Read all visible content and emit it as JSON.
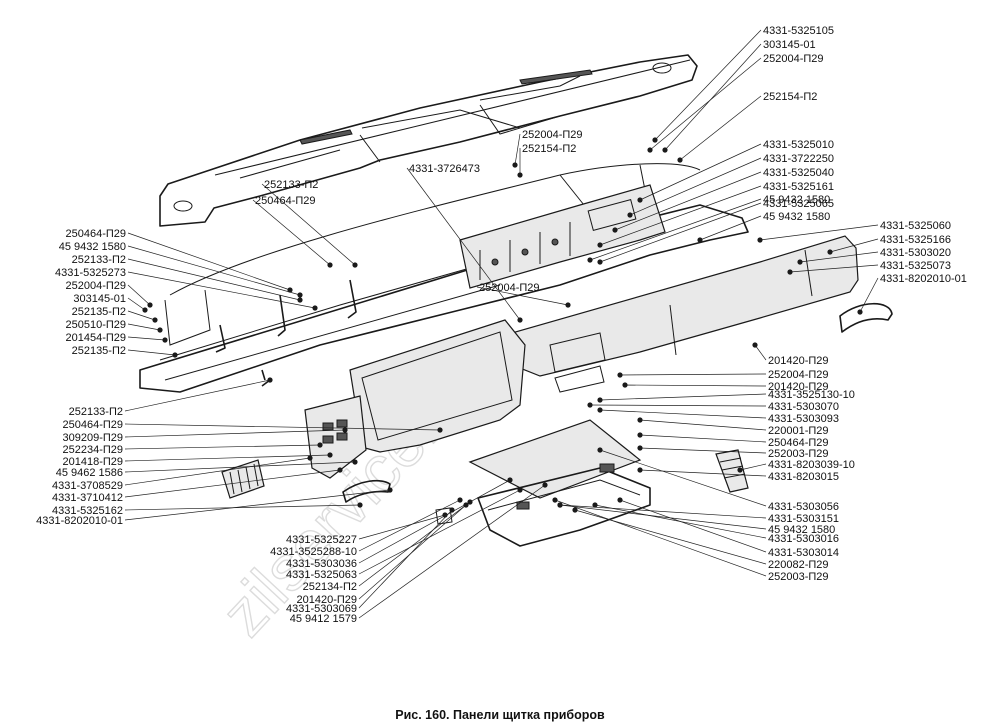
{
  "caption": "Рис. 160. Панели щитка приборов",
  "watermark": "zilservice.ru",
  "labels": [
    {
      "text": "4331-5325105"
    },
    {
      "text": "303145-01"
    },
    {
      "text": "252004-П29"
    },
    {
      "text": "252154-П2"
    },
    {
      "text": "252004-П29"
    },
    {
      "text": "252154-П2"
    },
    {
      "text": "4331-5325010"
    },
    {
      "text": "4331-3722250"
    },
    {
      "text": "4331-5325040"
    },
    {
      "text": "4331-5325161"
    },
    {
      "text": "4331-3726473"
    },
    {
      "text": "45 9432 1580"
    },
    {
      "text": "4331-5325065"
    },
    {
      "text": "45 9432 1580"
    },
    {
      "text": "252133-П2"
    },
    {
      "text": "250464-П29"
    },
    {
      "text": "4331-5325060"
    },
    {
      "text": "4331-5325166"
    },
    {
      "text": "4331-5303020"
    },
    {
      "text": "4331-5325073"
    },
    {
      "text": "4331-8202010-01"
    },
    {
      "text": "250464-П29"
    },
    {
      "text": "45 9432 1580"
    },
    {
      "text": "252133-П2"
    },
    {
      "text": "4331-5325273"
    },
    {
      "text": "252004-П29"
    },
    {
      "text": "303145-01"
    },
    {
      "text": "252135-П2"
    },
    {
      "text": "250510-П29"
    },
    {
      "text": "201454-П29"
    },
    {
      "text": "252135-П2"
    },
    {
      "text": "252004-П29"
    },
    {
      "text": "201420-П29"
    },
    {
      "text": "252004-П29"
    },
    {
      "text": "201420-П29"
    },
    {
      "text": "4331-3525130-10"
    },
    {
      "text": "4331-5303070"
    },
    {
      "text": "4331-5303093"
    },
    {
      "text": "220001-П29"
    },
    {
      "text": "250464-П29"
    },
    {
      "text": "252003-П29"
    },
    {
      "text": "4331-8203039-10"
    },
    {
      "text": "4331-8203015"
    },
    {
      "text": "252133-П2"
    },
    {
      "text": "250464-П29"
    },
    {
      "text": "309209-П29"
    },
    {
      "text": "252234-П29"
    },
    {
      "text": "201418-П29"
    },
    {
      "text": "45 9462 1586"
    },
    {
      "text": "4331-3708529"
    },
    {
      "text": "4331-3710412"
    },
    {
      "text": "4331-5325162"
    },
    {
      "text": "4331-8202010-01"
    },
    {
      "text": "4331-5303056"
    },
    {
      "text": "4331-5303151"
    },
    {
      "text": "45 9432 1580"
    },
    {
      "text": "4331-5303016"
    },
    {
      "text": "4331-5303014"
    },
    {
      "text": "220082-П29"
    },
    {
      "text": "252003-П29"
    },
    {
      "text": "4331-5325227"
    },
    {
      "text": "4331-3525288-10"
    },
    {
      "text": "4331-5303036"
    },
    {
      "text": "4331-5325063"
    },
    {
      "text": "252134-П2"
    },
    {
      "text": "201420-П29"
    },
    {
      "text": "4331-5303069"
    },
    {
      "text": "45 9412 1579"
    }
  ]
}
